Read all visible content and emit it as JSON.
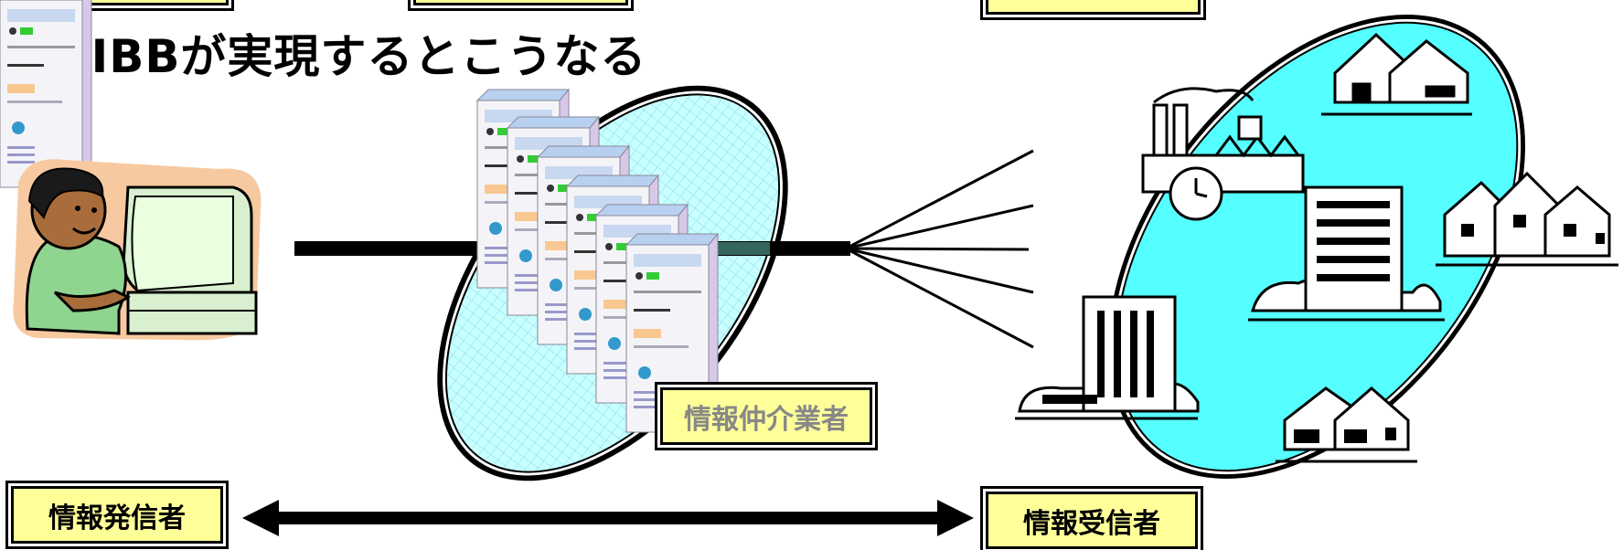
{
  "title": "UIBBが実現するとこうなる",
  "labels": {
    "sender": "情報発信者",
    "broker": "情報仲介業者",
    "receiver": "情報受信者"
  },
  "colors": {
    "label_bg": "#ffff99",
    "ellipse_fill": "#55ffff",
    "broker_ellipse_fill": "#c8ffff",
    "bullet": "#ff7f1a"
  },
  "icons": {
    "sender": "person-at-computer-icon",
    "servers": "server-stack-icon",
    "receivers": "city-buildings-icon"
  }
}
